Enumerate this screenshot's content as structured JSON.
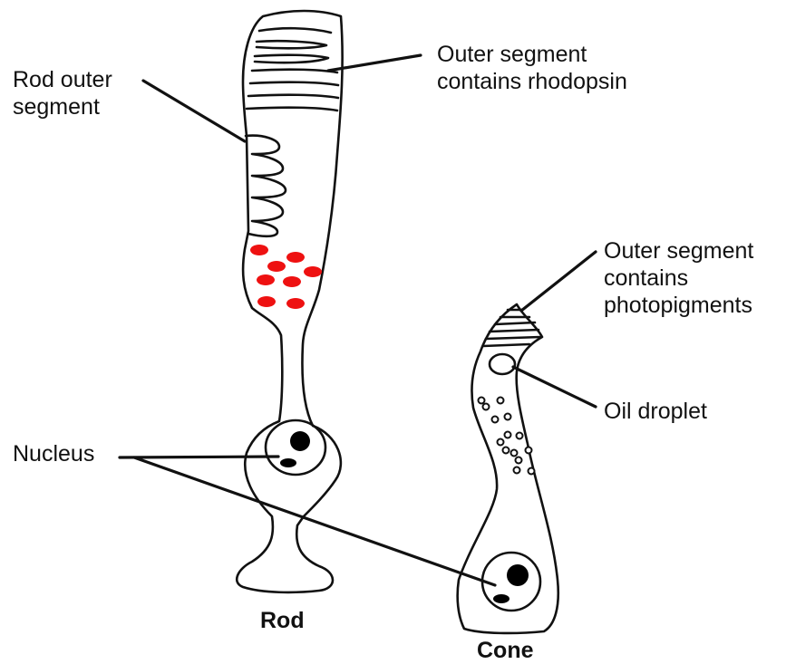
{
  "labels": {
    "rod_outer_segment": "Rod outer\nsegment",
    "outer_segment_rhodopsin": "Outer segment\ncontains rhodopsin",
    "outer_segment_photopigments": "Outer segment\ncontains\nphotopigments",
    "oil_droplet": "Oil droplet",
    "nucleus": "Nucleus"
  },
  "captions": {
    "rod": "Rod",
    "cone": "Cone"
  },
  "colors": {
    "outline": "#111111",
    "pigment_dots": "#ee1111",
    "background": "#ffffff"
  }
}
